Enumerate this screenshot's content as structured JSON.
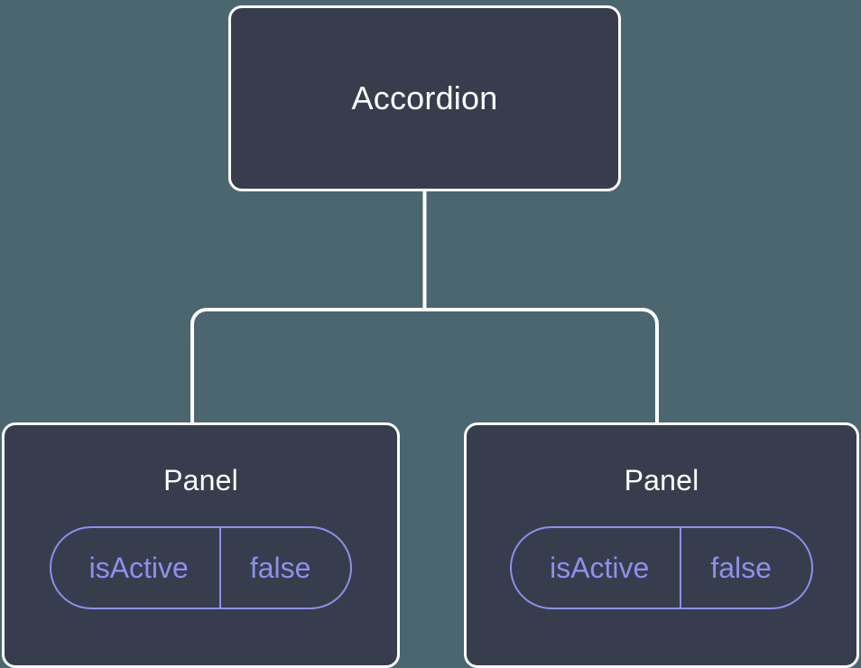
{
  "diagram": {
    "background_color": "#4c6670",
    "node_fill_color": "#373d4c",
    "node_border_color": "#ffffff",
    "connector_color": "#ffffff",
    "accent_color": "#8d90ee",
    "root": {
      "title": "Accordion"
    },
    "children": [
      {
        "title": "Panel",
        "prop": {
          "key": "isActive",
          "value": "false"
        }
      },
      {
        "title": "Panel",
        "prop": {
          "key": "isActive",
          "value": "false"
        }
      }
    ]
  }
}
